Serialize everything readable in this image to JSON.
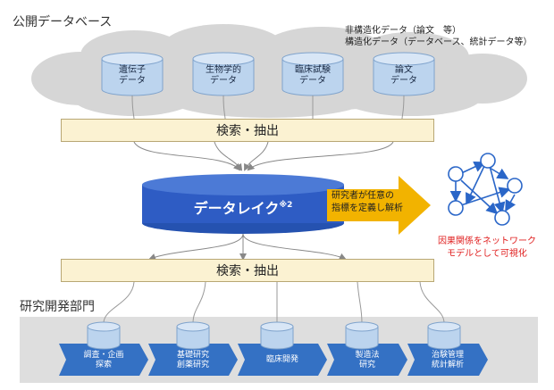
{
  "public_db": {
    "title": "公開データベース",
    "note_line1": "非構造化データ（論文　等）",
    "note_line2": "構造化データ（データベース、統計データ等）",
    "databases": [
      {
        "line1": "遺伝子",
        "line2": "データ"
      },
      {
        "line1": "生物学的",
        "line2": "データ"
      },
      {
        "line1": "臨床試験",
        "line2": "データ"
      },
      {
        "line1": "論文",
        "line2": "データ"
      }
    ]
  },
  "search_extract_top": "検索・抽出",
  "search_extract_bottom": "検索・抽出",
  "data_lake": {
    "label": "データレイク",
    "footnote": "※2"
  },
  "analysis_arrow": {
    "line1": "研究者が任意の",
    "line2": "指標を定義し解析"
  },
  "network": {
    "caption_line1": "因果関係をネットワーク",
    "caption_line2": "モデルとして可視化"
  },
  "rnd": {
    "title": "研究開発部門",
    "steps": [
      {
        "line1": "調査・企画",
        "line2": "探索"
      },
      {
        "line1": "基礎研究",
        "line2": "創薬研究"
      },
      {
        "line1": "臨床開発",
        "line2": ""
      },
      {
        "line1": "製造法",
        "line2": "研究"
      },
      {
        "line1": "治験管理",
        "line2": "統計解析"
      }
    ]
  },
  "colors": {
    "cloud": "#d6d6d6",
    "cylinder_fill": "#bcd4ee",
    "cylinder_edge": "#7fa3cc",
    "search_bar": "#fbf2d2",
    "lake": "#2e5cc4",
    "arrow": "#f2b300",
    "network_node": "#2a66c8",
    "caption": "#e02020",
    "rnd_panel": "#dedede",
    "step": "#3471c4"
  }
}
